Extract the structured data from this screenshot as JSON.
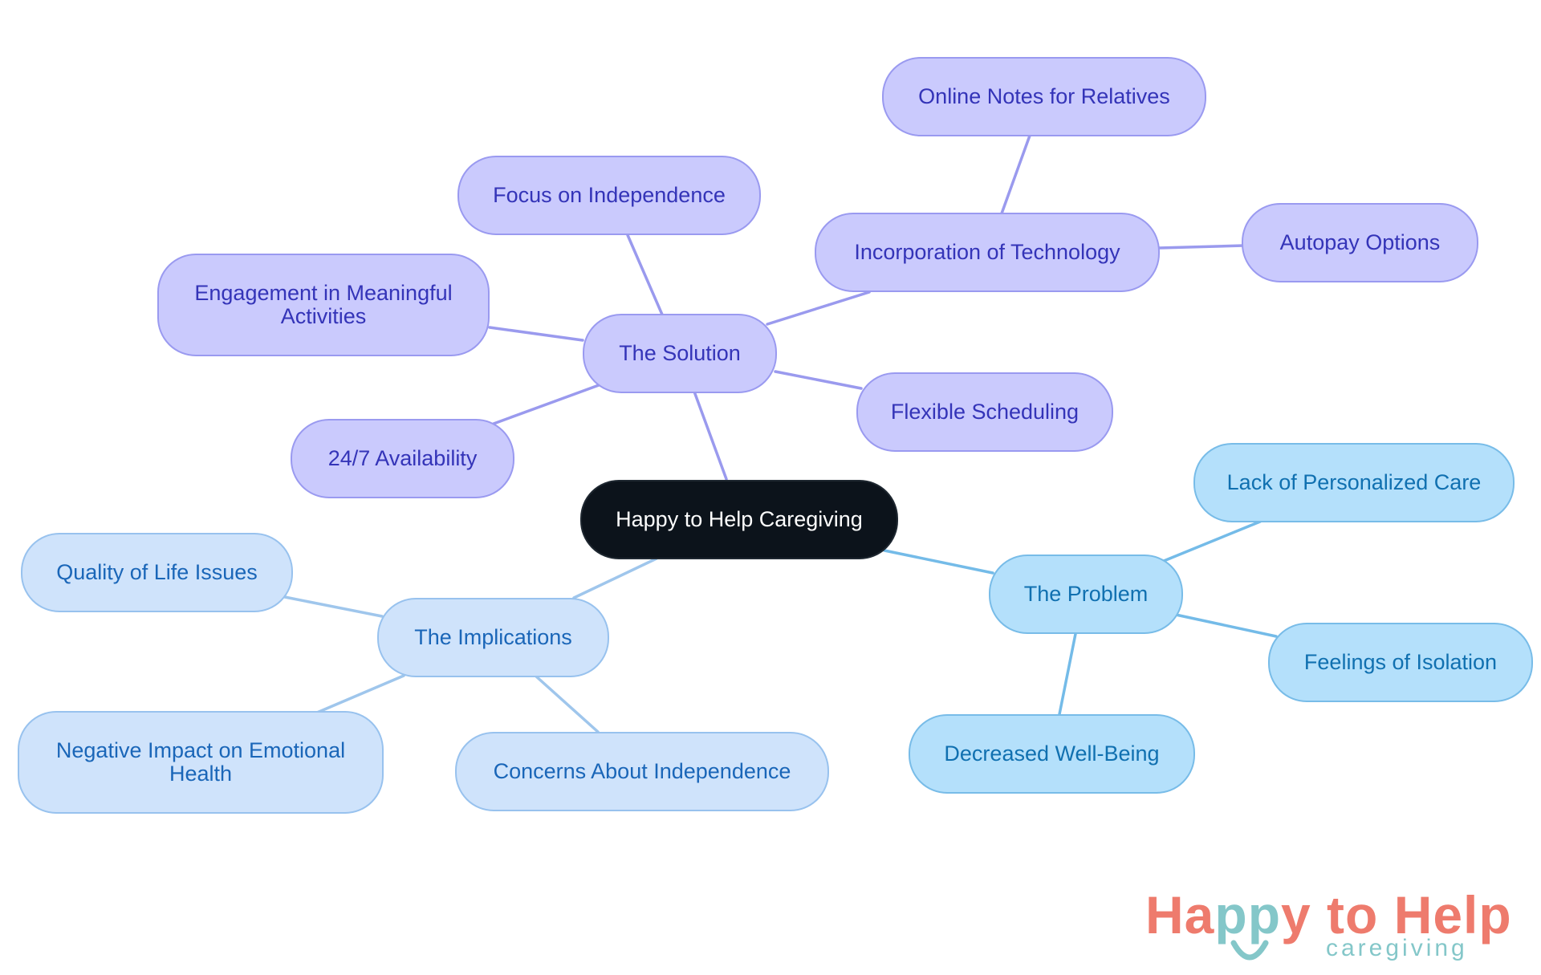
{
  "diagram": {
    "root": {
      "label": "Happy to Help Caregiving"
    },
    "branches": {
      "solution": {
        "label": "The Solution",
        "color": "#cacafd",
        "children": [
          {
            "label": "Focus on Independence"
          },
          {
            "label": "Engagement in Meaningful Activities"
          },
          {
            "label": "24/7 Availability"
          },
          {
            "label": "Flexible Scheduling"
          },
          {
            "label": "Incorporation of Technology",
            "children": [
              {
                "label": "Online Notes for Relatives"
              },
              {
                "label": "Autopay Options"
              }
            ]
          }
        ]
      },
      "problem": {
        "label": "The Problem",
        "color": "#b4e0fb",
        "children": [
          {
            "label": "Lack of Personalized Care"
          },
          {
            "label": "Feelings of Isolation"
          },
          {
            "label": "Decreased Well-Being"
          }
        ]
      },
      "implications": {
        "label": "The Implications",
        "color": "#cfe3fb",
        "children": [
          {
            "label": "Quality of Life Issues"
          },
          {
            "label": "Negative Impact on Emotional Health"
          },
          {
            "label": "Concerns About Independence"
          }
        ]
      }
    }
  },
  "logo": {
    "word_happy": "Ha",
    "word_pp": "pp",
    "word_rest": "y to Help",
    "word_sub": "caregiving",
    "colors": {
      "coral": "#ee7b6d",
      "teal": "#84c7c9"
    }
  }
}
